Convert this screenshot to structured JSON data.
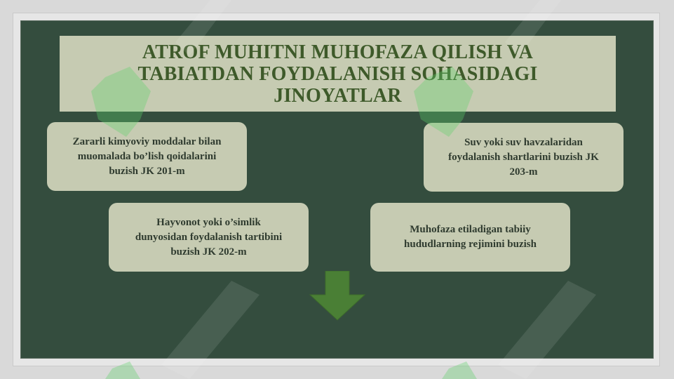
{
  "title": "ATROF MUHITNI MUHOFAZA QILISH VA\nTABIATDAN FOYDALANISH SOHASIDAGI\nJINOYATLAR",
  "cards": [
    "Zararli kimyoviy moddalar bilan\nmuomalada bo’lish qoidalarini\nbuzish JK 201-m",
    "Suv yoki suv havzalaridan\nfoydalanish shartlarini buzish JK\n203-m",
    "Hayvonot yoki o’simlik\ndunyosidan foydalanish tartibini\nbuzish JK 202-m",
    "Muhofaza etiladigan tabiiy\nhududlarning rejimini buzish"
  ],
  "colors": {
    "background": "#344d3e",
    "box": "#c6cbb2",
    "title_text": "#3e5a2a",
    "arrow": "#4a7f35"
  },
  "icons": {
    "arrow": "arrow-down-icon"
  }
}
